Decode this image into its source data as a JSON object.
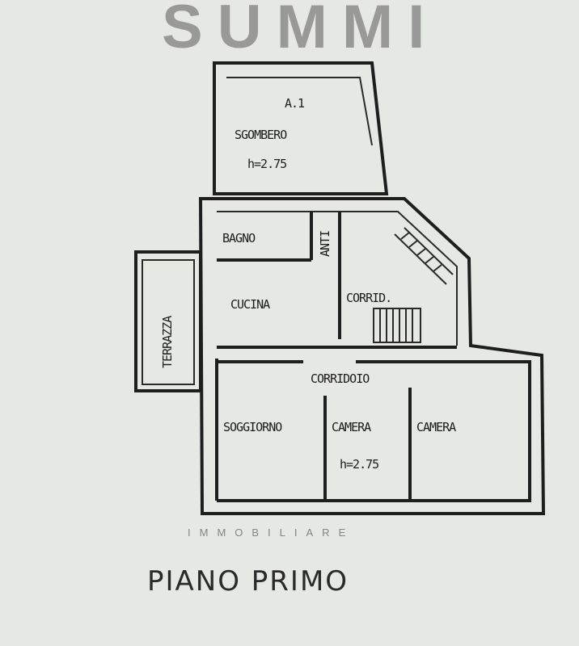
{
  "plan": {
    "title": "PIANO PRIMO",
    "rooms": {
      "sgombero": "SGOMBERO",
      "sgombero_height": "h=2.75",
      "sgombero_mark": "A.1",
      "bagno": "BAGNO",
      "antibagno": "ANTI",
      "terrazza": "TERRAZZA",
      "cucina": "CUCINA",
      "corridoio_upper": "CORRID.",
      "corridoio_lower": "CORRIDOIO",
      "soggiorno": "SOGGIORNO",
      "camera_middle": "CAMERA",
      "camera_middle_height": "h=2.75",
      "camera_right": "CAMERA"
    }
  },
  "watermark": {
    "brand": "SUMMI",
    "subtitle": "IMMOBILIARE"
  }
}
